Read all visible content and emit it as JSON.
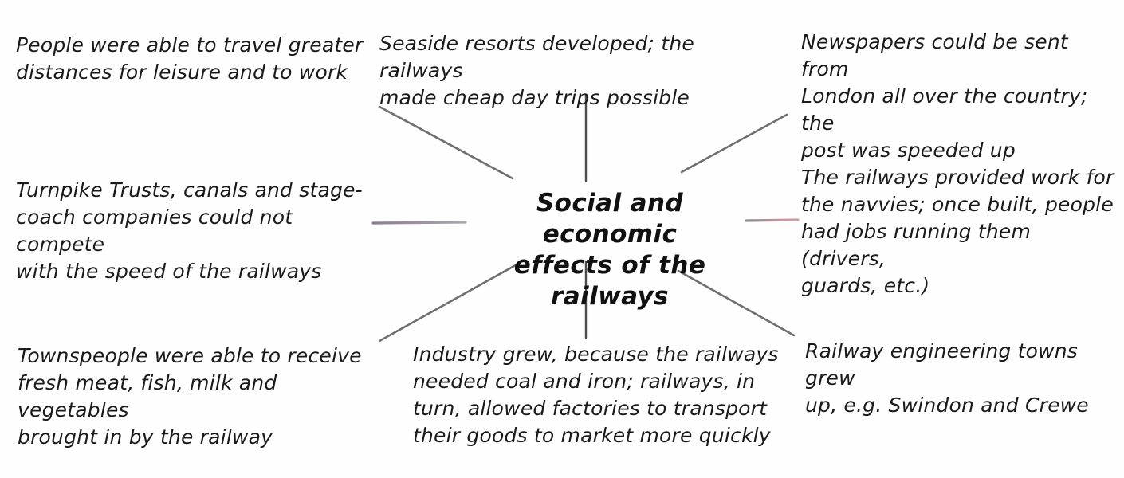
{
  "diagram": {
    "type": "mind-map",
    "title": "Social and economic effects of the railways",
    "center": {
      "label": "Social and economic\neffects of the railways"
    },
    "branches": [
      {
        "id": "top-left",
        "text": "People were able to travel greater\ndistances for leisure and to work"
      },
      {
        "id": "top-center",
        "text": "Seaside resorts developed; the railways\nmade cheap day trips possible"
      },
      {
        "id": "top-right",
        "text": "Newspapers could be sent from\nLondon all over the country; the\npost was speeded up"
      },
      {
        "id": "middle-left",
        "text": "Turnpike Trusts, canals and stage-\ncoach companies could not compete\nwith the speed of the railways"
      },
      {
        "id": "middle-right",
        "text": "The railways provided work for\nthe navvies; once built, people\nhad jobs running them (drivers,\nguards, etc.)"
      },
      {
        "id": "bottom-left",
        "text": "Townspeople were able to receive\nfresh meat, fish, milk and vegetables\nbrought in by the railway"
      },
      {
        "id": "bottom-center",
        "text": "Industry grew, because the railways\nneeded coal and iron; railways, in\nturn, allowed factories to transport\ntheir goods to market more quickly"
      },
      {
        "id": "bottom-right",
        "text": "Railway engineering towns grew\nup, e.g. Swindon and Crewe"
      }
    ],
    "colors": {
      "background": "#fefefe",
      "ink": "#1a1a1a",
      "connector_grey": "#6e6f71",
      "connector_mauve": "#8a7d96",
      "connector_pink": "#b98a92"
    }
  }
}
